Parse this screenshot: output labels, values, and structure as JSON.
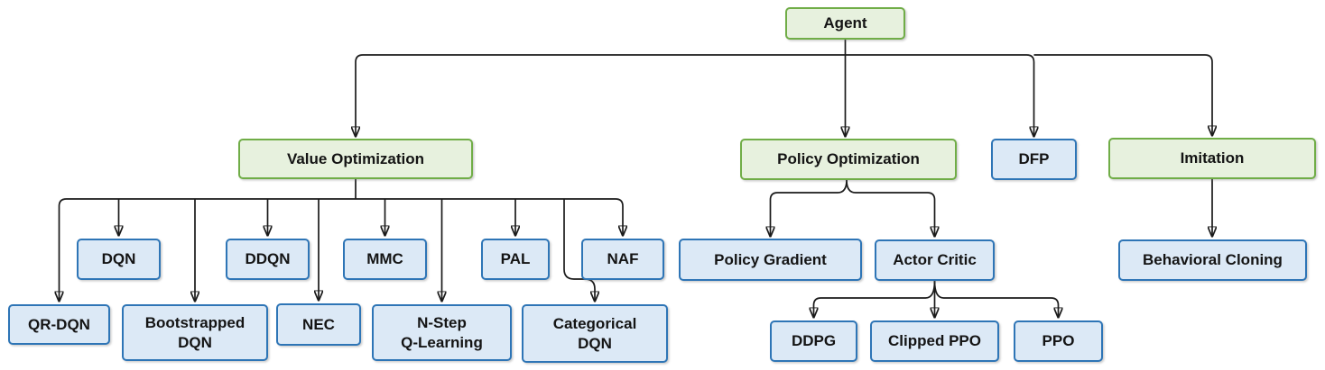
{
  "diagram": {
    "type": "tree",
    "root_label": "Agent"
  },
  "colors": {
    "green_fill": "#e7f1de",
    "green_border": "#70ad47",
    "blue_fill": "#dce9f6",
    "blue_border": "#2e75b6",
    "connector": "#1a1a1a",
    "text": "#141414",
    "background": "#ffffff"
  },
  "nodes": {
    "agent": {
      "label": "Agent",
      "style": "green"
    },
    "value_optimization": {
      "label": "Value Optimization",
      "style": "green"
    },
    "policy_optimization": {
      "label": "Policy Optimization",
      "style": "green"
    },
    "dfp": {
      "label": "DFP",
      "style": "blue"
    },
    "imitation": {
      "label": "Imitation",
      "style": "green"
    },
    "dqn": {
      "label": "DQN",
      "style": "blue"
    },
    "ddqn": {
      "label": "DDQN",
      "style": "blue"
    },
    "mmc": {
      "label": "MMC",
      "style": "blue"
    },
    "pal": {
      "label": "PAL",
      "style": "blue"
    },
    "naf": {
      "label": "NAF",
      "style": "blue"
    },
    "qr_dqn": {
      "label": "QR-DQN",
      "style": "blue"
    },
    "bootstrapped_dqn": {
      "label": "Bootstrapped\nDQN",
      "style": "blue"
    },
    "nec": {
      "label": "NEC",
      "style": "blue"
    },
    "n_step_q_learning": {
      "label": "N-Step\nQ-Learning",
      "style": "blue"
    },
    "categorical_dqn": {
      "label": "Categorical\nDQN",
      "style": "blue"
    },
    "policy_gradient": {
      "label": "Policy Gradient",
      "style": "blue"
    },
    "actor_critic": {
      "label": "Actor Critic",
      "style": "blue"
    },
    "behavioral_cloning": {
      "label": "Behavioral Cloning",
      "style": "blue"
    },
    "ddpg": {
      "label": "DDPG",
      "style": "blue"
    },
    "clipped_ppo": {
      "label": "Clipped PPO",
      "style": "blue"
    },
    "ppo": {
      "label": "PPO",
      "style": "blue"
    }
  },
  "edges": [
    {
      "from": "Agent",
      "to": "Value Optimization"
    },
    {
      "from": "Agent",
      "to": "Policy Optimization"
    },
    {
      "from": "Agent",
      "to": "DFP"
    },
    {
      "from": "Agent",
      "to": "Imitation"
    },
    {
      "from": "Value Optimization",
      "to": "QR-DQN"
    },
    {
      "from": "Value Optimization",
      "to": "DQN"
    },
    {
      "from": "Value Optimization",
      "to": "Bootstrapped DQN"
    },
    {
      "from": "Value Optimization",
      "to": "DDQN"
    },
    {
      "from": "Value Optimization",
      "to": "NEC"
    },
    {
      "from": "Value Optimization",
      "to": "MMC"
    },
    {
      "from": "Value Optimization",
      "to": "N-Step Q-Learning"
    },
    {
      "from": "Value Optimization",
      "to": "PAL"
    },
    {
      "from": "Value Optimization",
      "to": "Categorical DQN"
    },
    {
      "from": "Value Optimization",
      "to": "NAF"
    },
    {
      "from": "Policy Optimization",
      "to": "Policy Gradient"
    },
    {
      "from": "Policy Optimization",
      "to": "Actor Critic"
    },
    {
      "from": "Actor Critic",
      "to": "DDPG"
    },
    {
      "from": "Actor Critic",
      "to": "Clipped PPO"
    },
    {
      "from": "Actor Critic",
      "to": "PPO"
    },
    {
      "from": "Imitation",
      "to": "Behavioral Cloning"
    }
  ]
}
